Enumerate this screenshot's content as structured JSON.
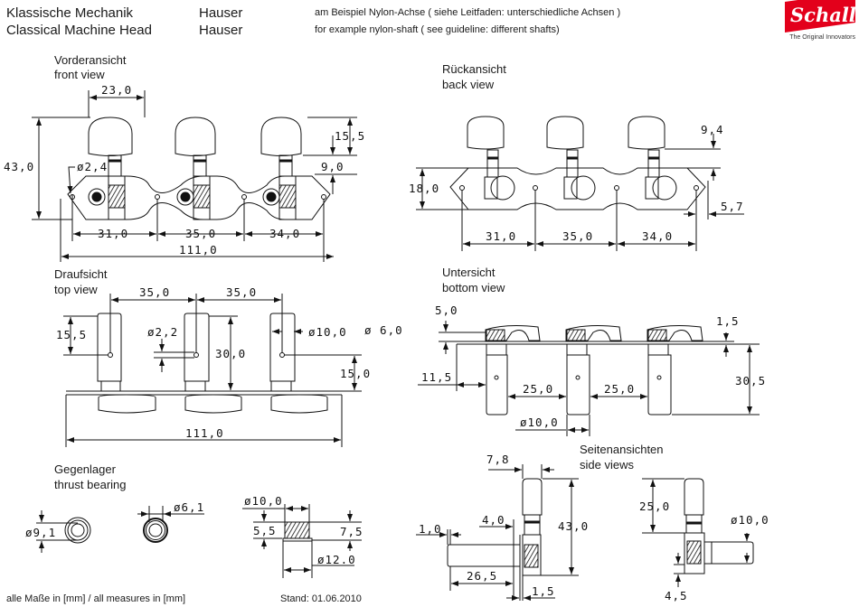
{
  "header": {
    "title_de": "Klassische Mechanik",
    "title_en": "Classical Machine Head",
    "model_de": "Hauser",
    "model_en": "Hauser",
    "note_de": "am Beispiel Nylon-Achse ( siehe Leitfaden: unterschiedliche Achsen )",
    "note_en": "for example nylon-shaft ( see guideline: different shafts)"
  },
  "logo": {
    "brand": "Schaller",
    "tagline": "The Original Innovators",
    "color": "#e3001b"
  },
  "views": {
    "front": {
      "label_de": "Vorderansicht",
      "label_en": "front view"
    },
    "back": {
      "label_de": "Rückansicht",
      "label_en": "back view"
    },
    "top": {
      "label_de": "Draufsicht",
      "label_en": "top view"
    },
    "bottom": {
      "label_de": "Untersicht",
      "label_en": "bottom view"
    },
    "bearing": {
      "label_de": "Gegenlager",
      "label_en": "thrust bearing"
    },
    "side": {
      "label_de": "Seitenansichten",
      "label_en": "side views"
    }
  },
  "dimensions": {
    "front": {
      "button_width": "23,0",
      "height": "43,0",
      "button_height": "15,5",
      "post_height": "9,0",
      "hole_dia": "ø2,4",
      "spacing_1": "31,0",
      "spacing_2": "35,0",
      "spacing_3": "34,0",
      "total_length": "111,0"
    },
    "back": {
      "post_height": "9,4",
      "plate_height": "18,0",
      "end_offset": "5,7",
      "spacing_1": "31,0",
      "spacing_2": "35,0",
      "spacing_3": "34,0"
    },
    "top": {
      "spacing_1": "35,0",
      "spacing_2": "35,0",
      "button_length": "15,5",
      "hole_dia": "ø2,2",
      "shaft_length": "30,0",
      "shaft_dia": "ø10,0",
      "alt_dia": "ø 6,0",
      "hole_height": "15,0",
      "total_length": "111,0"
    },
    "bottom": {
      "button_offset": "5,0",
      "plate_thickness": "1,5",
      "edge_offset": "11,5",
      "gap_1": "25,0",
      "gap_2": "25,0",
      "shaft_length": "30,5",
      "shaft_dia": "ø10,0"
    },
    "bearing": {
      "outer_dia": "ø9,1",
      "inner_dia": "ø6,1",
      "top_dia": "ø10,0",
      "collar_height": "5,5",
      "total_height": "7,5",
      "flange_dia": "ø12.0"
    },
    "side_left": {
      "width": "7,8",
      "height": "43,0",
      "collar": "4,0",
      "end_offset": "1,0",
      "shaft_length": "26,5",
      "plate": "1,5"
    },
    "side_right": {
      "button_height": "25,0",
      "shaft_dia": "ø10,0",
      "base_offset": "4,5"
    }
  },
  "footer": {
    "units": "alle Maße in [mm] / all measures in [mm]",
    "date": "Stand: 01.06.2010"
  }
}
